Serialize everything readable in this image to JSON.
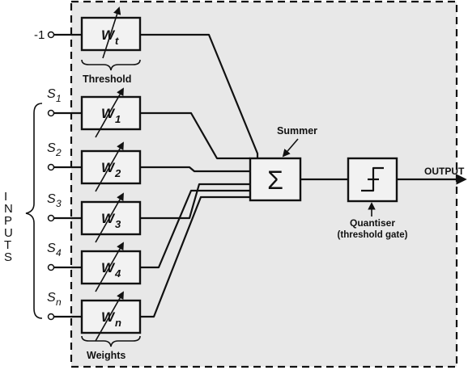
{
  "inputs_label": "INPUTS",
  "threshold_input": {
    "value": "-1",
    "weight": {
      "letter": "W",
      "sub": "t"
    }
  },
  "threshold_label": "Threshold",
  "inputs": [
    {
      "name": "S",
      "sub": "1",
      "weight": {
        "letter": "W",
        "sub": "1"
      }
    },
    {
      "name": "S",
      "sub": "2",
      "weight": {
        "letter": "W",
        "sub": "2"
      }
    },
    {
      "name": "S",
      "sub": "3",
      "weight": {
        "letter": "W",
        "sub": "3"
      }
    },
    {
      "name": "S",
      "sub": "4",
      "weight": {
        "letter": "W",
        "sub": "4"
      }
    },
    {
      "name": "S",
      "sub": "n",
      "weight": {
        "letter": "W",
        "sub": "n"
      }
    }
  ],
  "weights_label": "Weights",
  "summer": {
    "label": "Summer",
    "symbol": "Σ"
  },
  "quantiser": {
    "label_line1": "Quantiser",
    "label_line2": "(threshold gate)"
  },
  "output_label": "OUTPUT",
  "colors": {
    "ink": "#111111",
    "panel": "#e8e8e8",
    "box": "#f2f2f2"
  }
}
